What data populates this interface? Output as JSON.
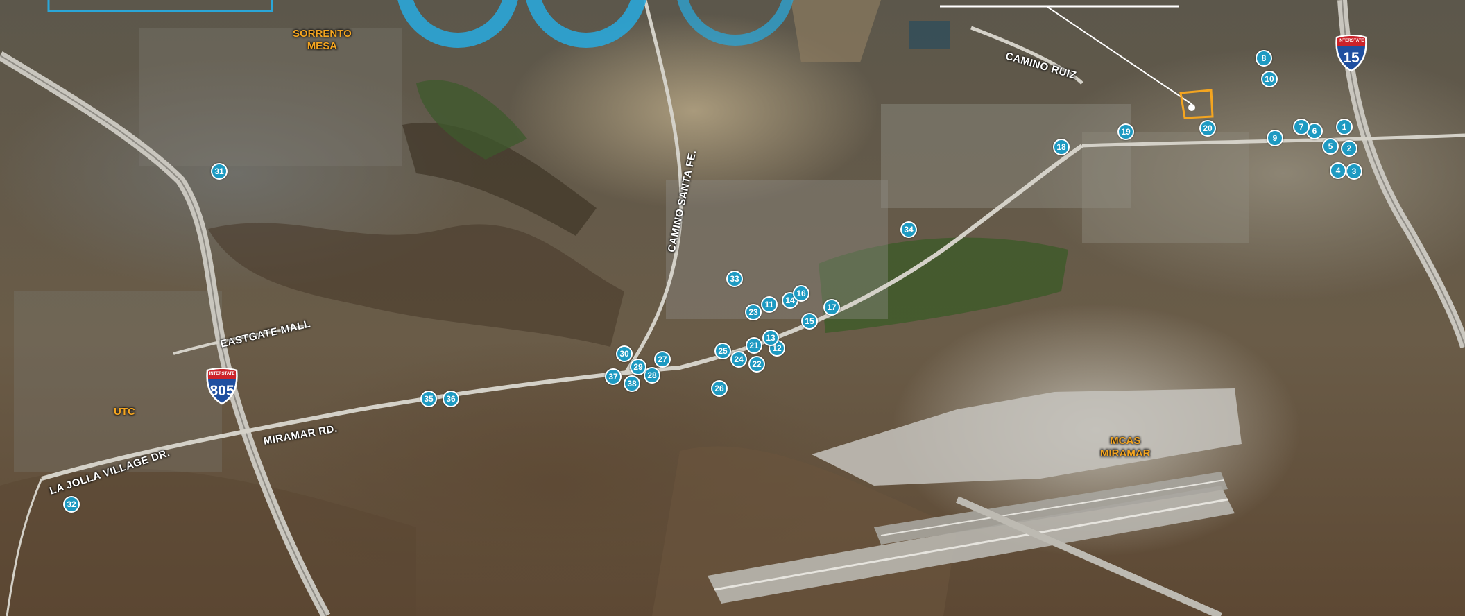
{
  "map": {
    "area_labels": [
      {
        "id": "sorrento-mesa",
        "lines": [
          "SORRENTO",
          "MESA"
        ]
      },
      {
        "id": "utc",
        "lines": [
          "UTC"
        ]
      },
      {
        "id": "mcas-miramar",
        "lines": [
          "MCAS",
          "MIRAMAR"
        ]
      }
    ],
    "street_labels": {
      "camino_ruiz": "CAMINO RUIZ",
      "camino_santa_fe": "CAMINO SANTA FE.",
      "eastgate_mall": "EASTGATE MALL",
      "miramar_rd": "MIRAMAR RD.",
      "la_jolla_village_dr": "LA JOLLA VILLAGE DR."
    },
    "shields": [
      {
        "id": "i805",
        "top_text": "INTERSTATE",
        "number": "805"
      },
      {
        "id": "i15",
        "top_text": "INTERSTATE",
        "number": "15"
      }
    ],
    "markers": [
      "1",
      "2",
      "3",
      "4",
      "5",
      "6",
      "7",
      "8",
      "9",
      "10",
      "11",
      "12",
      "13",
      "14",
      "15",
      "16",
      "17",
      "18",
      "19",
      "20",
      "21",
      "22",
      "23",
      "25",
      "26",
      "27",
      "28",
      "29",
      "30",
      "31",
      "32",
      "33",
      "34",
      "35",
      "36",
      "37",
      "38"
    ],
    "colors": {
      "marker_fill": "#1e9ac2",
      "marker_border": "#ffffff",
      "area_label": "#f4a520",
      "subject_outline": "#f4a520",
      "logo_ring": "#2aa6d8"
    }
  }
}
